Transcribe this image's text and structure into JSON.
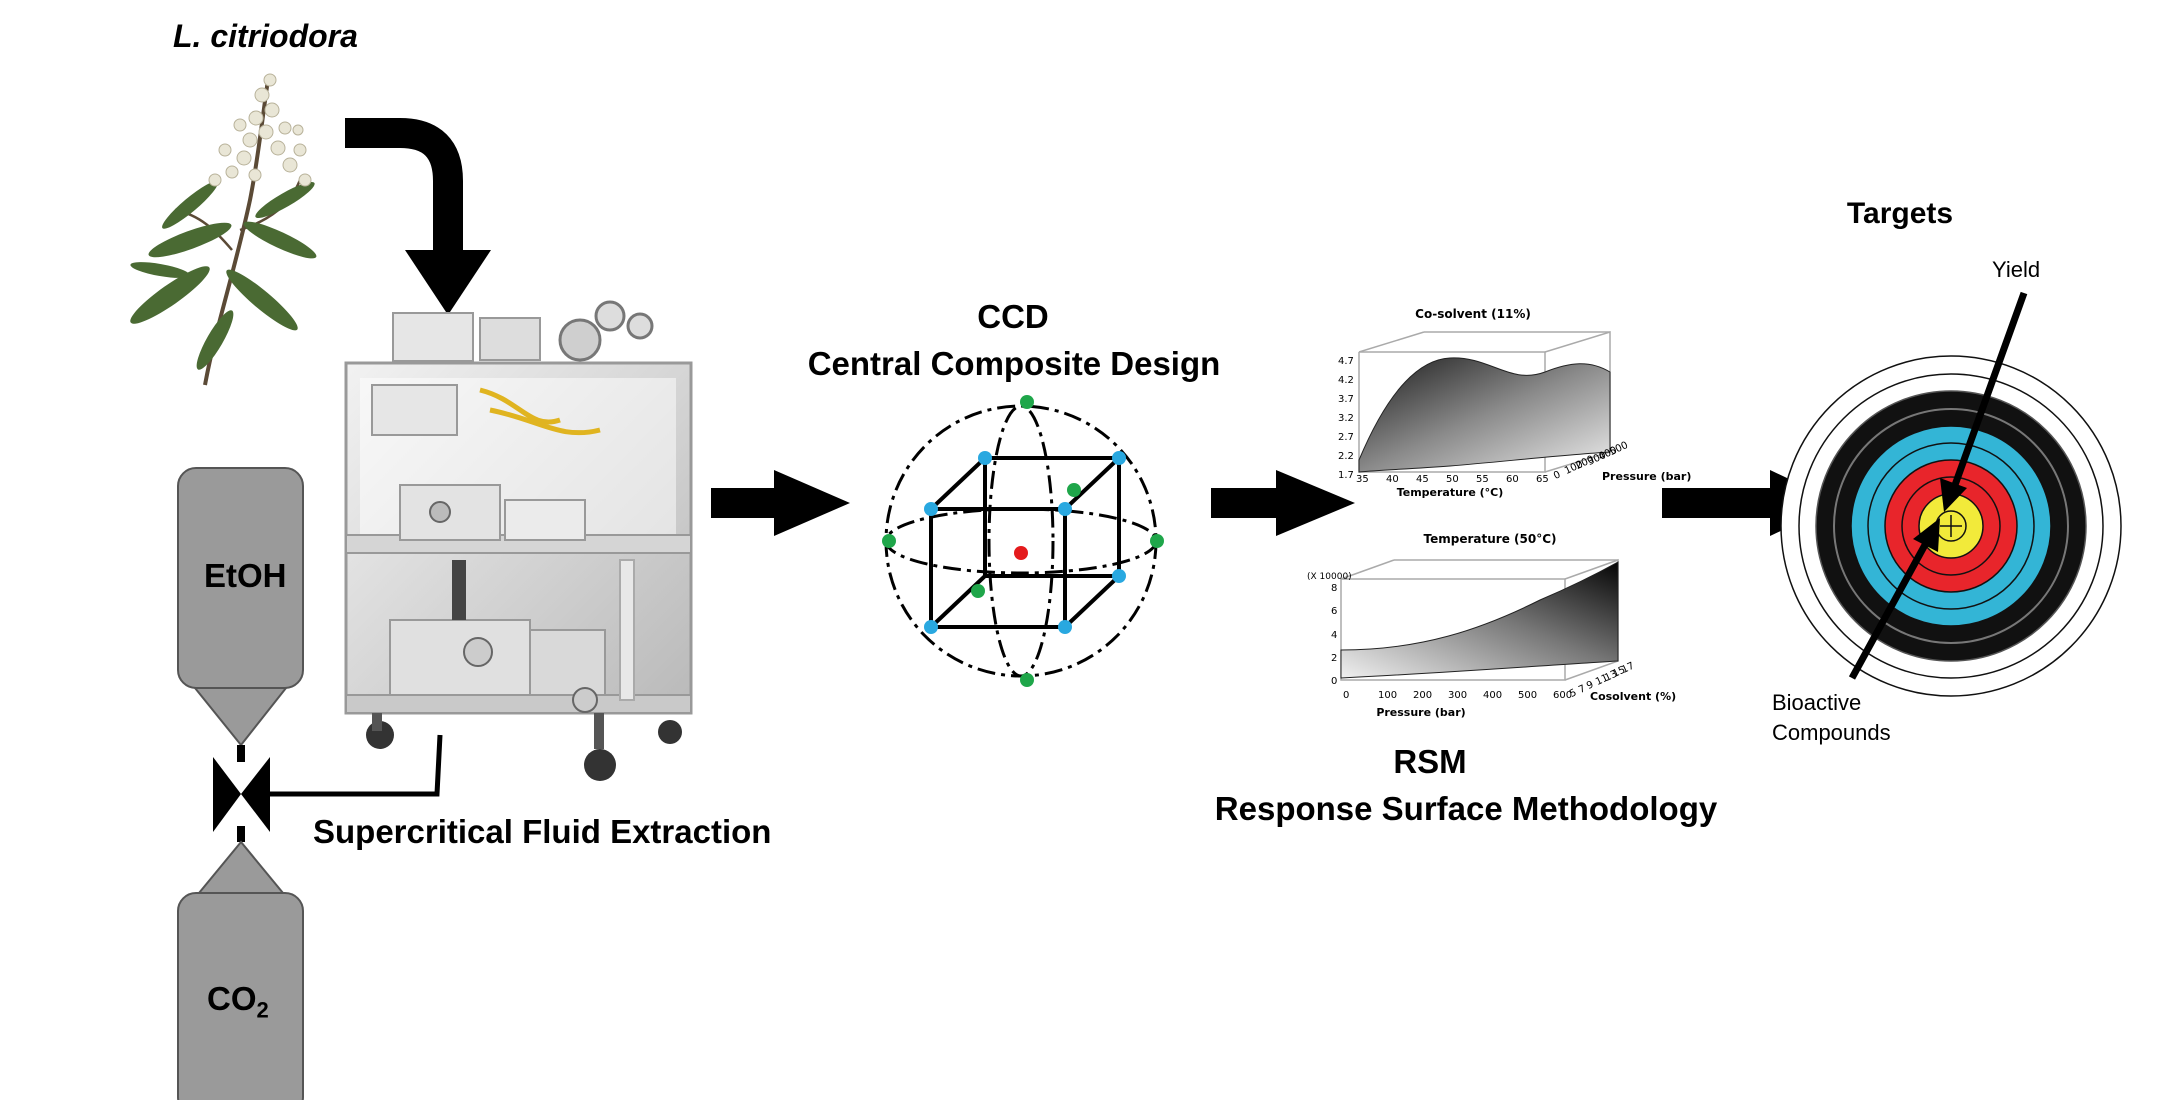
{
  "plant": {
    "name": "L. citriodora"
  },
  "tanks": {
    "top": {
      "label": "EtOH"
    },
    "bottom": {
      "label": "CO",
      "subscript": "2"
    }
  },
  "sfe": {
    "label": "Supercritical Fluid Extraction"
  },
  "ccd": {
    "abbr": "CCD",
    "full": "Central Composite Design"
  },
  "rsm": {
    "abbr": "RSM",
    "full": "Response Surface Methodology",
    "plot1": {
      "title": "Co-solvent (11%)",
      "z_ticks": [
        "4.7",
        "4.2",
        "3.7",
        "3.2",
        "2.7",
        "2.2",
        "1.7"
      ],
      "x_label": "Temperature (°C)",
      "x_ticks": [
        "35",
        "40",
        "45",
        "50",
        "55",
        "60",
        "65"
      ],
      "y_label": "Pressure (bar)",
      "y_ticks": [
        "0",
        "100",
        "200",
        "300",
        "400",
        "500"
      ]
    },
    "plot2": {
      "title": "Temperature (50°C)",
      "z_multiplier": "(X 10000)",
      "z_ticks": [
        "8",
        "6",
        "4",
        "2",
        "0"
      ],
      "x_label": "Pressure (bar)",
      "x_ticks": [
        "0",
        "100",
        "200",
        "300",
        "400",
        "500",
        "600"
      ],
      "y_label": "Cosolvent (%)",
      "y_ticks": [
        "5",
        "7",
        "9",
        "11",
        "13",
        "15",
        "17"
      ]
    }
  },
  "targets": {
    "title": "Targets",
    "yield": "Yield",
    "bioactive_line1": "Bioactive",
    "bioactive_line2": "Compounds",
    "ring_colors": [
      "#ffffff",
      "#ffffff",
      "#111111",
      "#111111",
      "#33b5d6",
      "#33b5d6",
      "#e8252b",
      "#e8252b",
      "#f2ea3a",
      "#f2ea3a"
    ]
  },
  "colors": {
    "tank": "#9a9a9a",
    "ccd_center": "#e41a1c",
    "ccd_cube": "#29a8e0",
    "ccd_axial": "#1fa64a"
  }
}
